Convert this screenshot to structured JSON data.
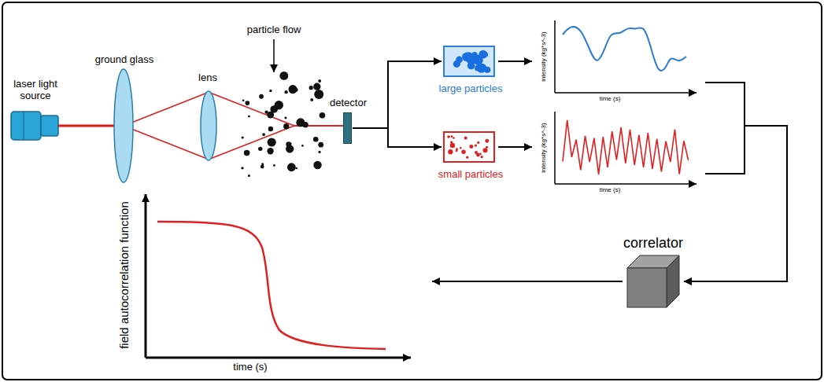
{
  "diagram": {
    "nodes": [
      {
        "text": [
          "detector"
        ]
      },
      {
        "text": [
          "large particles"
        ]
      },
      {
        "text": [
          "small particles"
        ]
      },
      {
        "text": [
          "intensity (kg*s^-3)",
          "time (s)"
        ]
      },
      {
        "text": [
          "intensity (kg*s^-3)",
          "time (s)"
        ]
      },
      {
        "text": [
          "correlator"
        ]
      },
      {
        "text": [
          "field autocorrelation function",
          "time (s)"
        ]
      }
    ],
    "edges": [
      {
        "from": 0,
        "to": 1,
        "arrow": "to"
      },
      {
        "from": 0,
        "to": 2,
        "arrow": "to"
      },
      {
        "from": 1,
        "to": 3,
        "arrow": "to"
      },
      {
        "from": 2,
        "to": 4,
        "arrow": "to"
      },
      {
        "from": 3,
        "to": 5,
        "arrow": "to"
      },
      {
        "from": 4,
        "to": 5,
        "arrow": "to"
      },
      {
        "from": 5,
        "to": 6,
        "arrow": "to"
      }
    ],
    "labels": [
      "laser light source",
      "ground glass",
      "lens",
      "particle flow"
    ]
  }
}
